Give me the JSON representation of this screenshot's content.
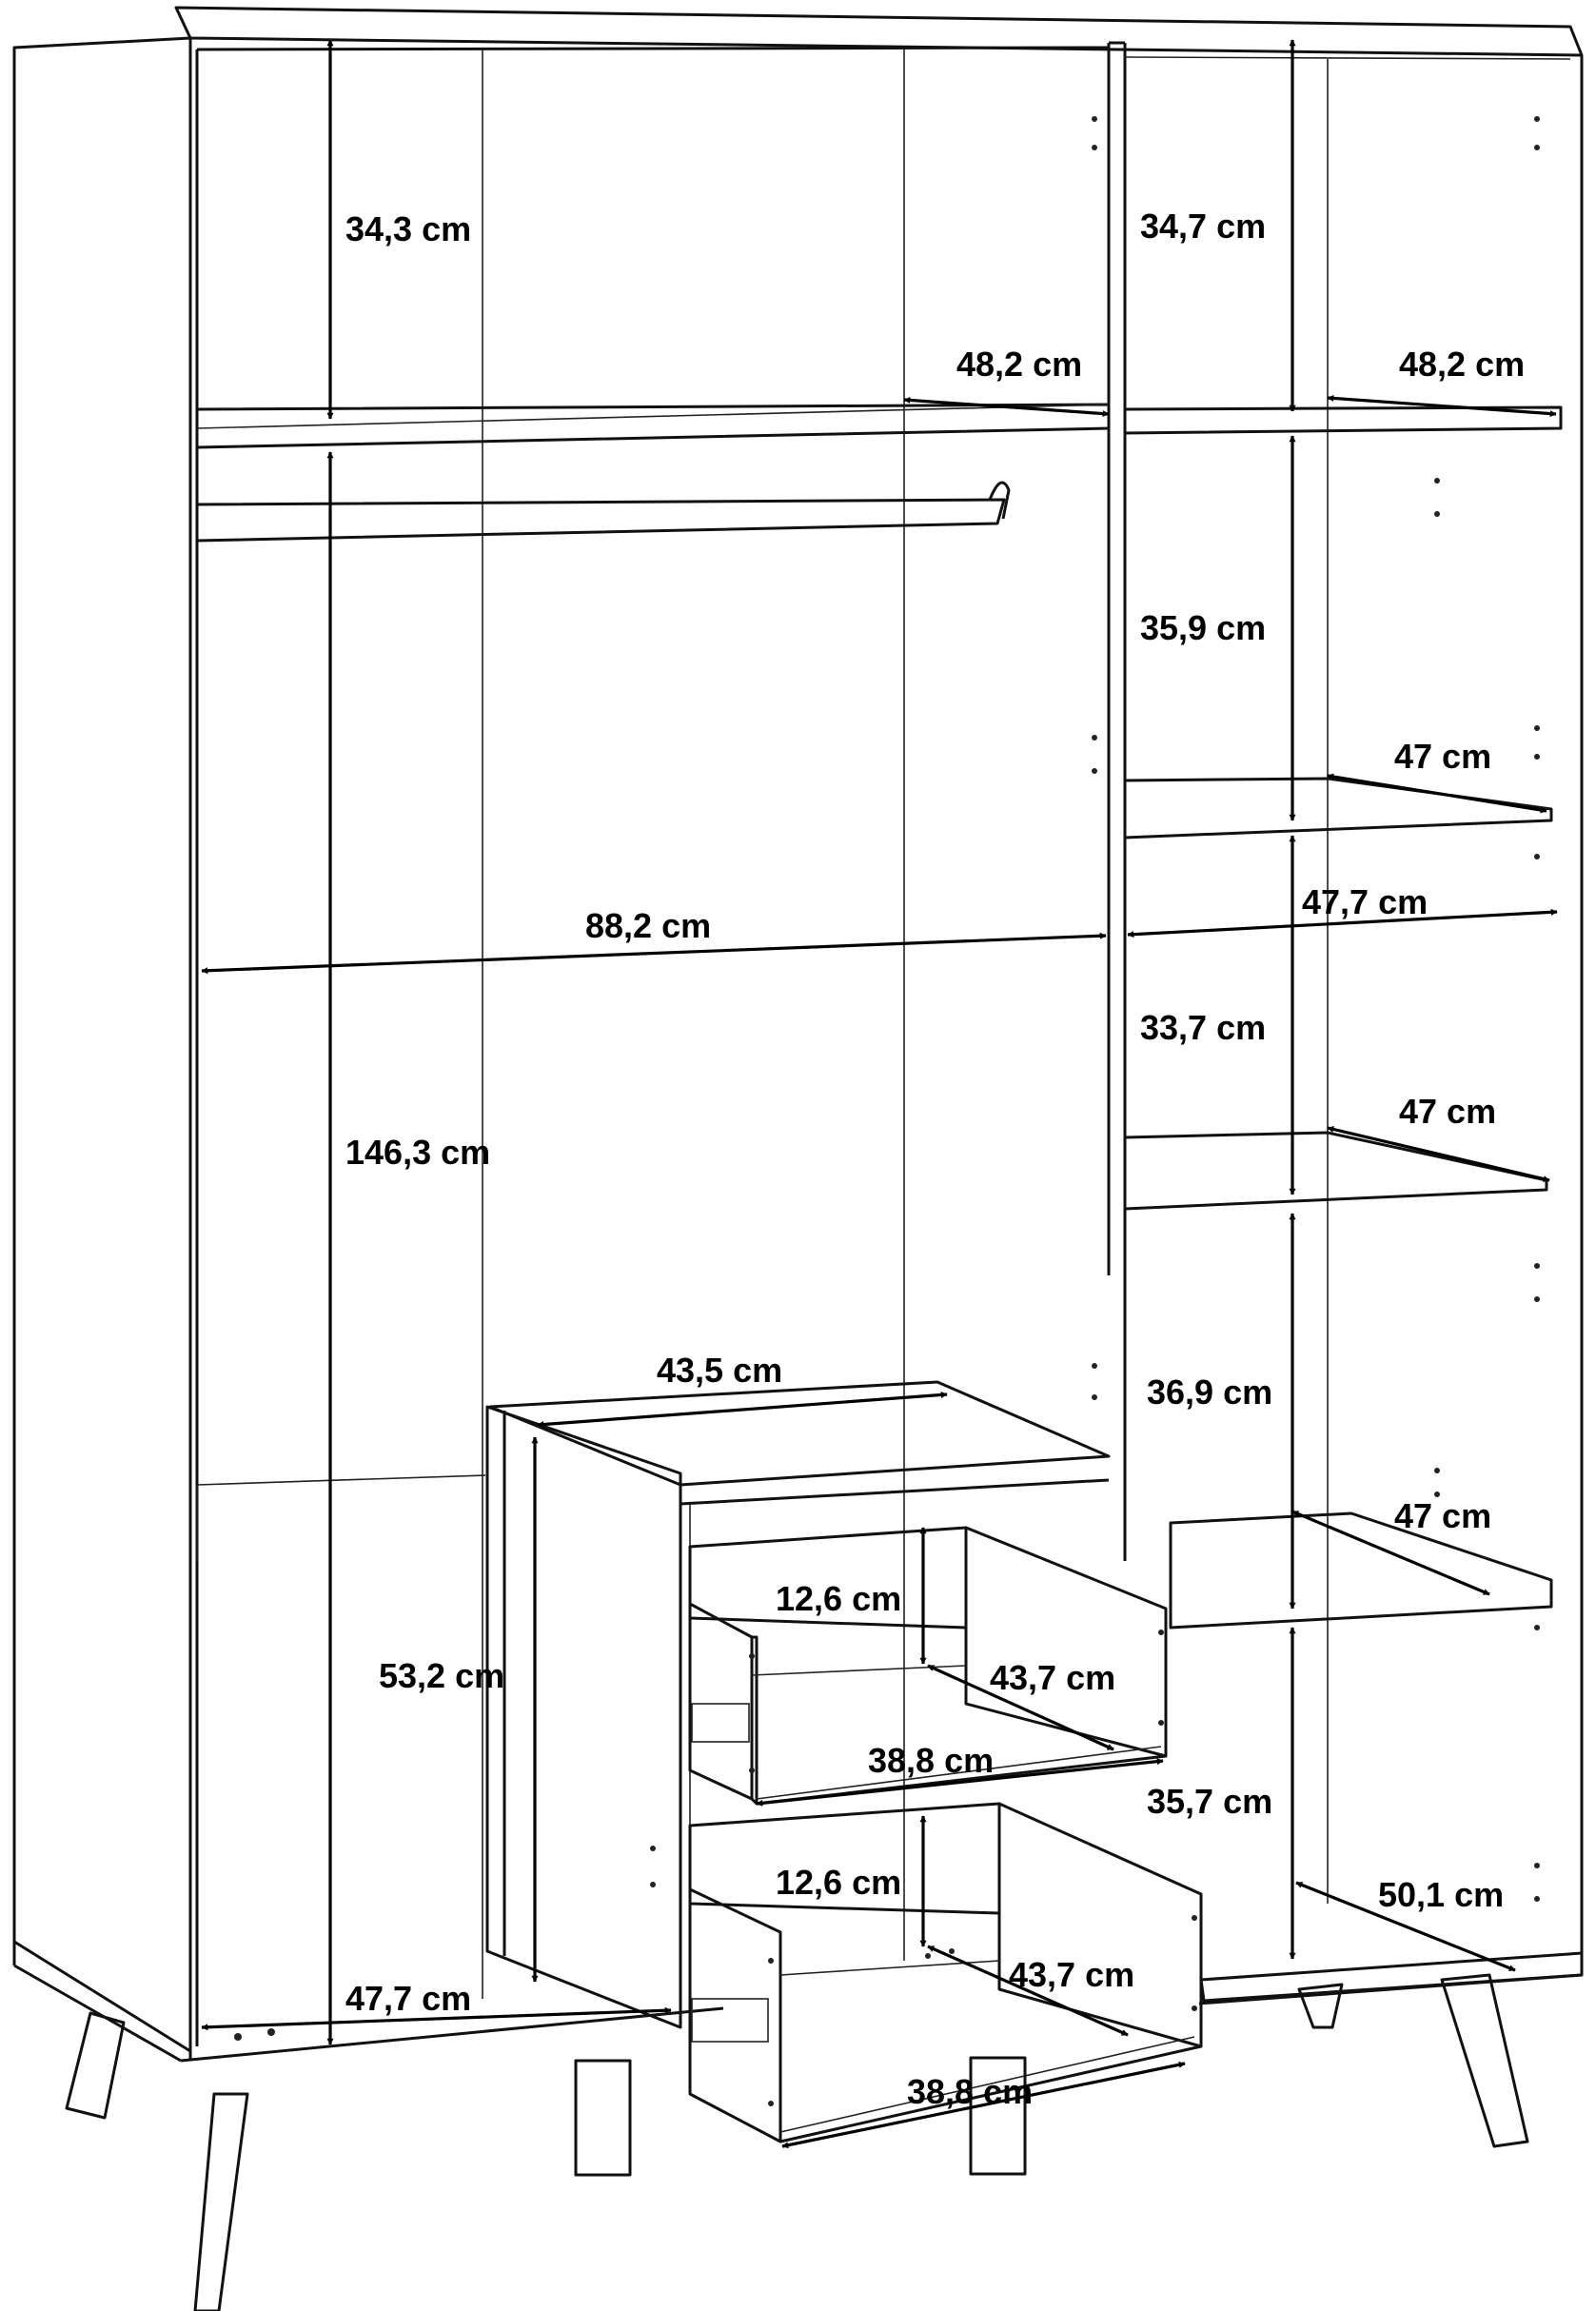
{
  "dimensions": {
    "left_top_height": "34,3 cm",
    "left_shelf_depth": "48,2 cm",
    "left_hanging_height": "146,3 cm",
    "interior_width": "88,2 cm",
    "drawer_unit_top_depth": "43,5 cm",
    "drawer_unit_height": "53,2 cm",
    "bottom_depth": "47,7 cm",
    "drawer_1_height": "12,6 cm",
    "drawer_1_depth": "43,7 cm",
    "drawer_1_width": "38,8 cm",
    "drawer_2_height": "12,6 cm",
    "drawer_2_depth": "43,7 cm",
    "drawer_2_width": "38,8 cm",
    "right_top_height": "34,7 cm",
    "right_top_depth": "48,2 cm",
    "right_shelf_2_height": "35,9 cm",
    "right_shelf_2_depth": "47 cm",
    "right_width": "47,7 cm",
    "right_shelf_3_height": "33,7 cm",
    "right_shelf_3_depth": "47 cm",
    "right_shelf_4_height": "36,9 cm",
    "right_shelf_4_depth": "47 cm",
    "right_bottom_height": "35,7 cm",
    "right_bottom_depth": "50,1 cm"
  },
  "style": {
    "line_color": "#111111",
    "background": "#ffffff"
  },
  "icons": {
    "arrowhead": "arrowhead-icon",
    "hole": "dowel-hole-icon"
  }
}
